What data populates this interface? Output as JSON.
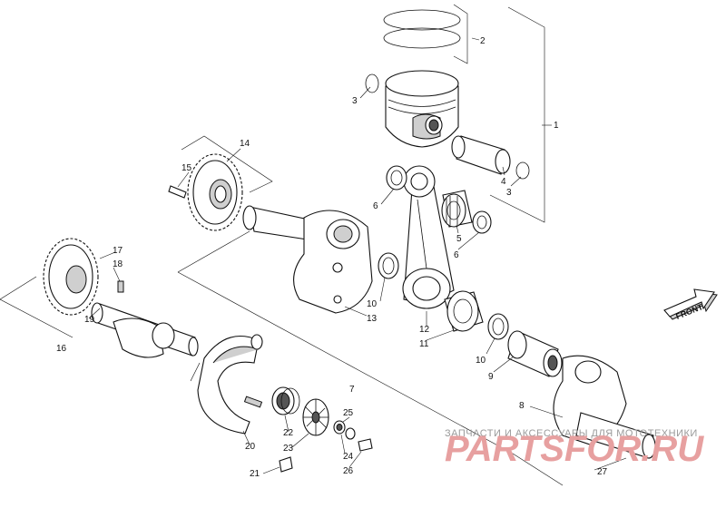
{
  "callouts": [
    {
      "id": "1",
      "label": "1"
    },
    {
      "id": "2",
      "label": "2"
    },
    {
      "id": "3a",
      "label": "3"
    },
    {
      "id": "3b",
      "label": "3"
    },
    {
      "id": "4",
      "label": "4"
    },
    {
      "id": "5",
      "label": "5"
    },
    {
      "id": "6a",
      "label": "6"
    },
    {
      "id": "6b",
      "label": "6"
    },
    {
      "id": "7",
      "label": "7"
    },
    {
      "id": "8",
      "label": "8"
    },
    {
      "id": "9",
      "label": "9"
    },
    {
      "id": "10a",
      "label": "10"
    },
    {
      "id": "10b",
      "label": "10"
    },
    {
      "id": "11",
      "label": "11"
    },
    {
      "id": "12",
      "label": "12"
    },
    {
      "id": "13",
      "label": "13"
    },
    {
      "id": "14",
      "label": "14"
    },
    {
      "id": "15",
      "label": "15"
    },
    {
      "id": "16",
      "label": "16"
    },
    {
      "id": "17",
      "label": "17"
    },
    {
      "id": "18",
      "label": "18"
    },
    {
      "id": "19",
      "label": "19"
    },
    {
      "id": "20",
      "label": "20"
    },
    {
      "id": "21",
      "label": "21"
    },
    {
      "id": "22",
      "label": "22"
    },
    {
      "id": "23",
      "label": "23"
    },
    {
      "id": "24",
      "label": "24"
    },
    {
      "id": "25",
      "label": "25"
    },
    {
      "id": "26",
      "label": "26"
    },
    {
      "id": "27",
      "label": "27"
    }
  ],
  "front_badge": "FRONT",
  "watermark": {
    "tagline": "ЗАПЧАСТИ И АКСЕССУАРЫ ДЛЯ МОТОТЕХНИКИ",
    "logo": "PARTSFOR.RU"
  }
}
